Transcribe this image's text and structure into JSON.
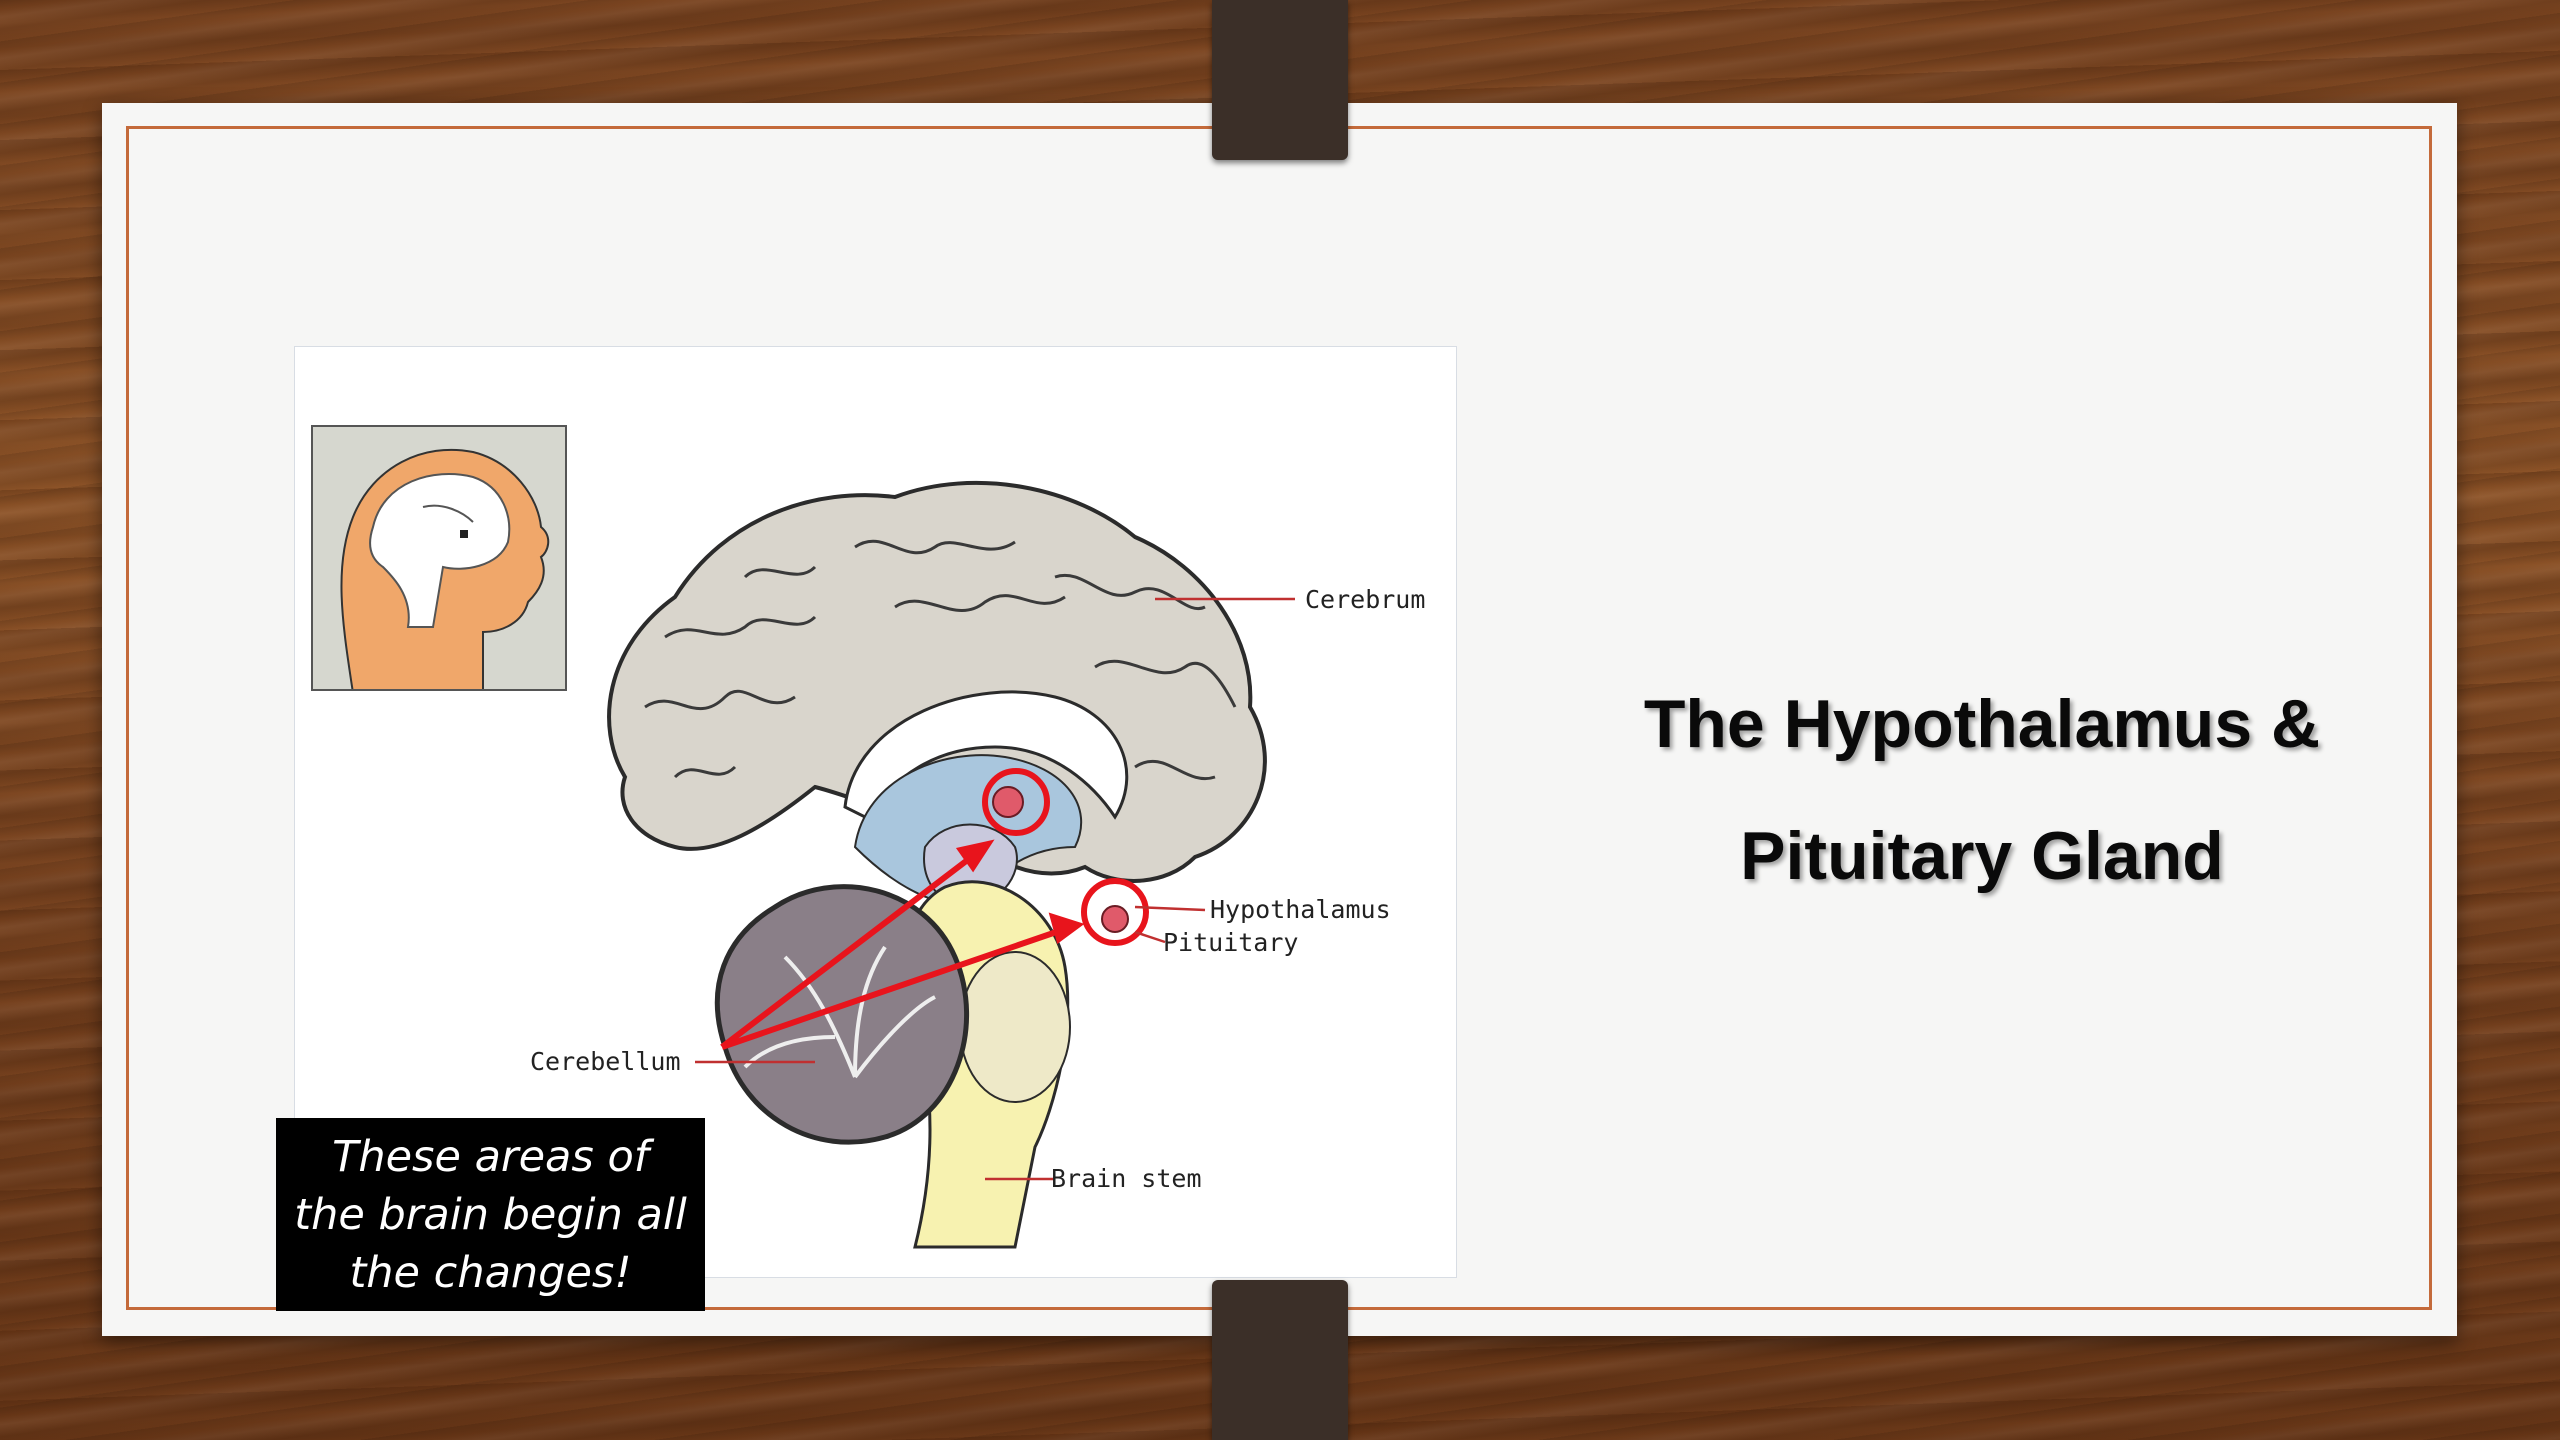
{
  "slide": {
    "title_line1": "The Hypothalamus &",
    "title_line2": "Pituitary Gland"
  },
  "figure": {
    "labels": {
      "cerebrum": "Cerebrum",
      "hypothalamus": "Hypothalamus",
      "pituitary": "Pituitary",
      "cerebellum": "Cerebellum",
      "brain_stem": "Brain stem"
    },
    "caption_line1": "These areas of",
    "caption_line2": "the brain begin all",
    "caption_line3": "the changes!"
  },
  "colors": {
    "highlight": "#e8141c",
    "card_border": "#c46a3a",
    "clip": "#3b2f28"
  }
}
